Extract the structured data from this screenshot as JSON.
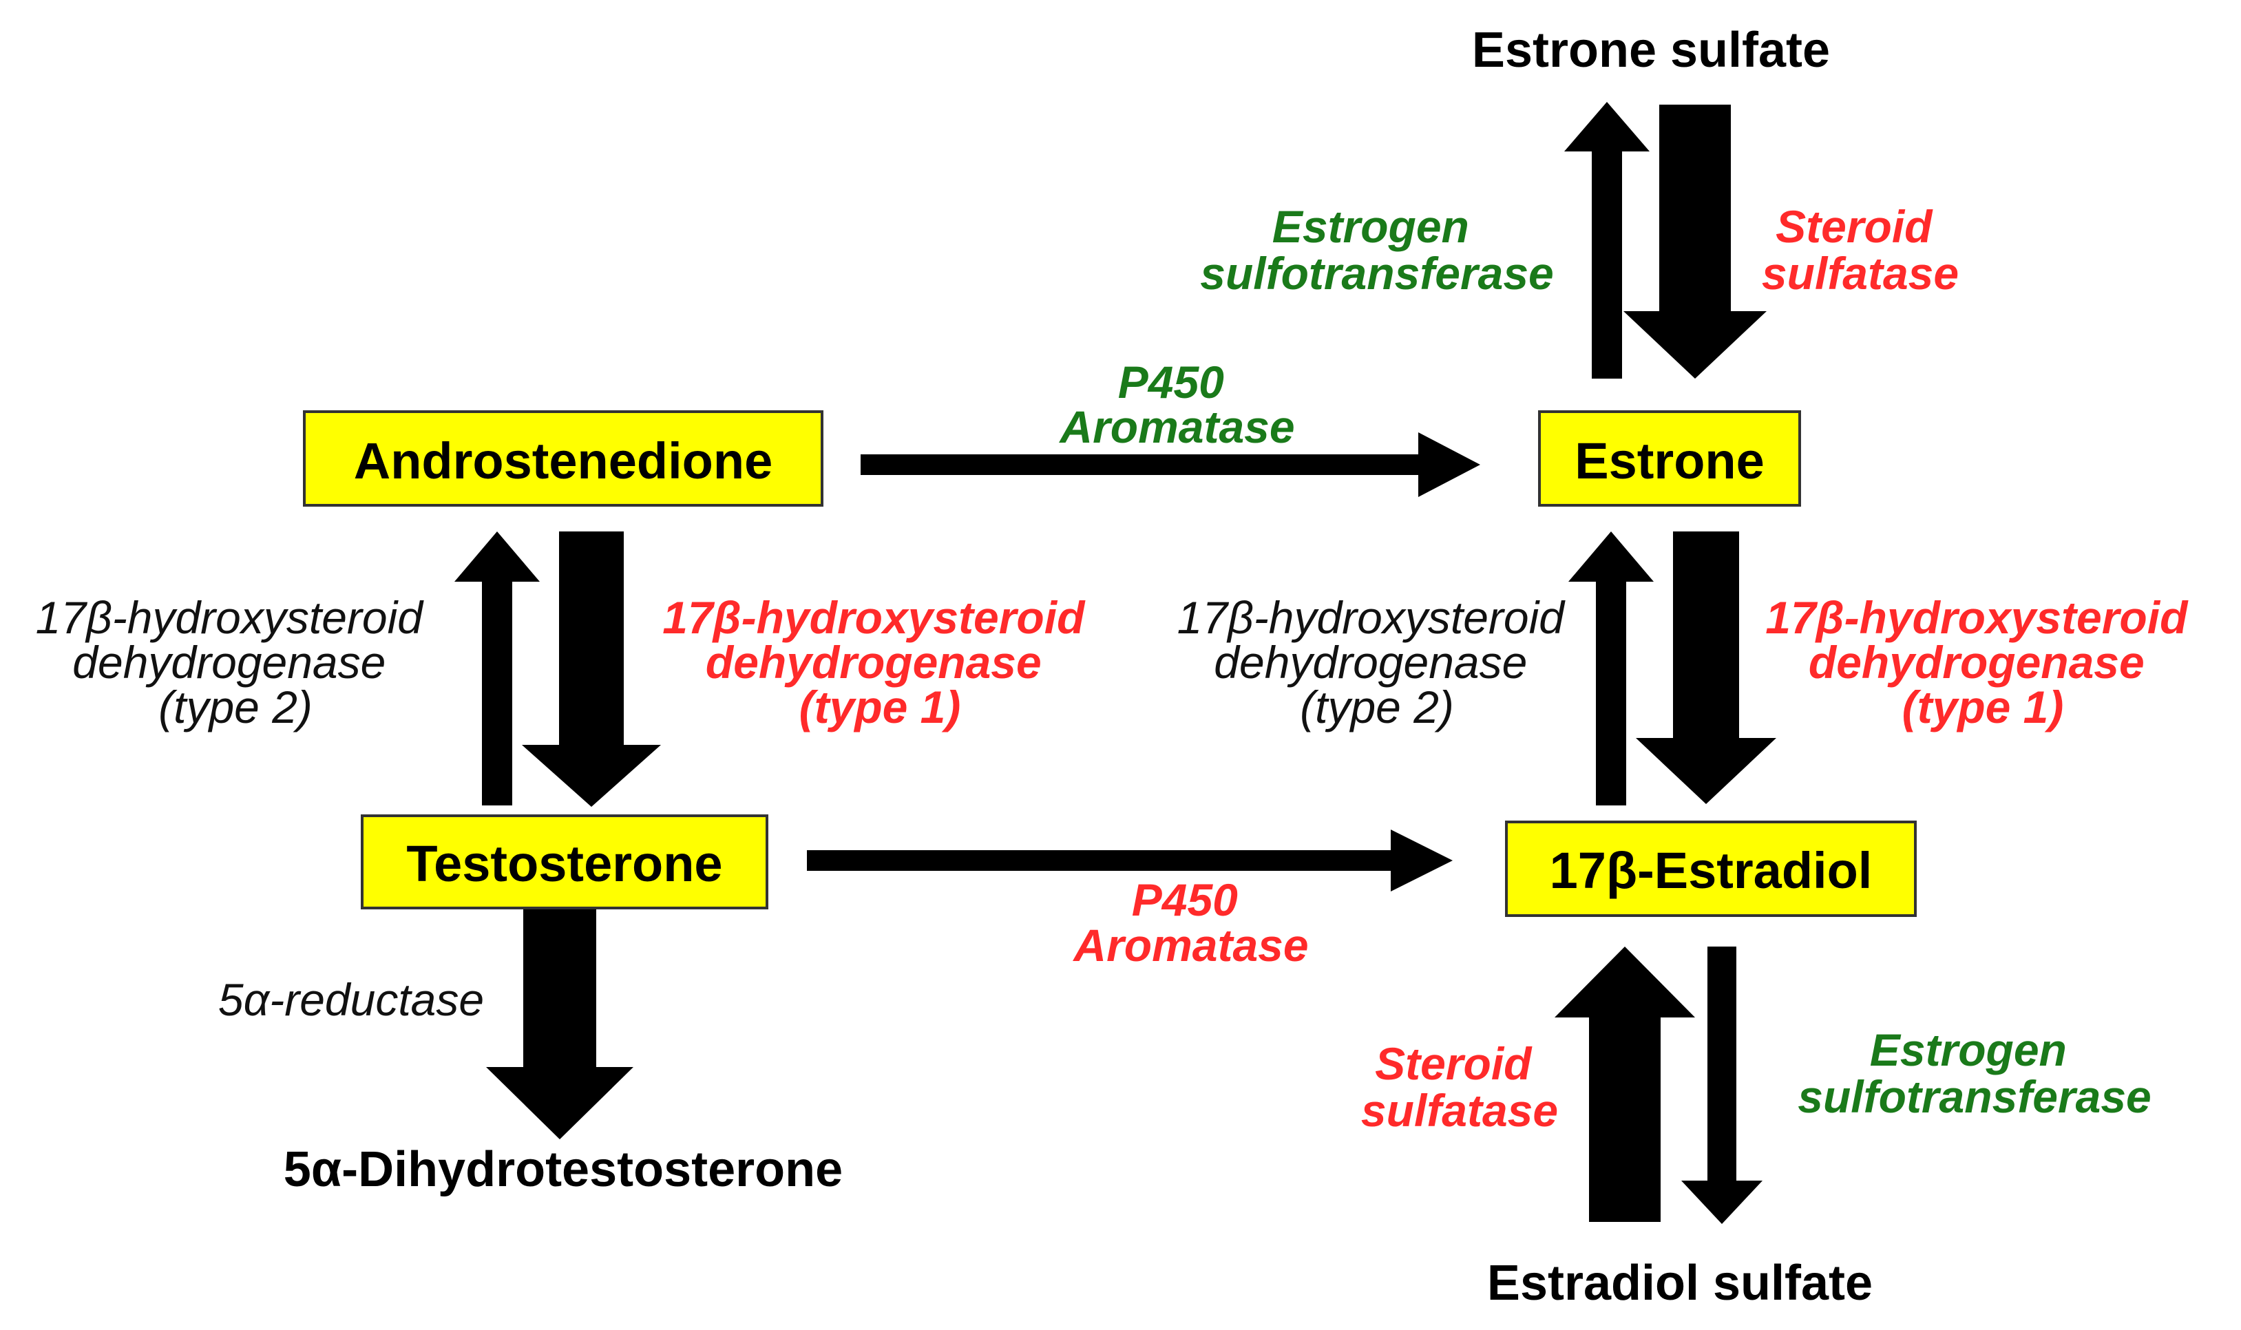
{
  "colors": {
    "box_fill": "#ffff00",
    "arrow": "#000000",
    "green_enzyme": "#1a7a1a",
    "red_enzyme": "#ff2a2a",
    "black_enzyme": "#111111"
  },
  "nodes": {
    "androstenedione": "Androstenedione",
    "testosterone": "Testosterone",
    "estrone": "Estrone",
    "estradiol": "17β-Estradiol",
    "dihydrotestosterone": "5α-Dihydrotestosterone",
    "estrone_sulfate": "Estrone sulfate",
    "estradiol_sulfate": "Estradiol sulfate"
  },
  "enzymes": {
    "aromatase_top": [
      "P450",
      "Aromatase"
    ],
    "aromatase_bottom": [
      "P450",
      "Aromatase"
    ],
    "hsd_type2_left": [
      "17β-hydroxysteroid",
      "dehydrogenase",
      "(type 2)"
    ],
    "hsd_type1_left": [
      "17β-hydroxysteroid",
      "dehydrogenase",
      "(type 1)"
    ],
    "hsd_type2_right": [
      "17β-hydroxysteroid",
      "dehydrogenase",
      "(type 2)"
    ],
    "hsd_type1_right": [
      "17β-hydroxysteroid",
      "dehydrogenase",
      "(type 1)"
    ],
    "sulfotransferase_top": [
      "Estrogen",
      "sulfotransferase"
    ],
    "sulfatase_top": [
      "Steroid",
      "sulfatase"
    ],
    "sulfatase_bottom": [
      "Steroid",
      "sulfatase"
    ],
    "sulfotransferase_bottom": [
      "Estrogen",
      "sulfotransferase"
    ],
    "reductase": "5α-reductase"
  }
}
